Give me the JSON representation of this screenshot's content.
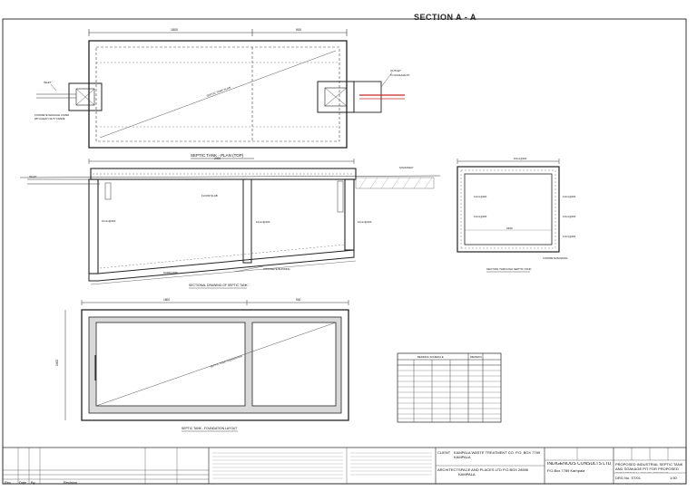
{
  "section_title": "SECTION A - A",
  "plan_top": {
    "caption": "SEPTIC TANK - PLAN (TOP)",
    "dims": [
      "1800",
      "900"
    ],
    "diag_label": "SEPTIC TANK PLAN",
    "inlet_label": "INLET",
    "outlet_label": "OUTLET"
  },
  "section_aa": {
    "caption": "SECTIONAL DRAWING OF SEPTIC TANK",
    "labels": [
      "INLET",
      "FLOOR SLAB",
      "SOAKAWAY",
      "16mm@200",
      "12mm@200",
      "12mm@200",
      "CONCRETE BLINDING",
      "HARDCORE"
    ],
    "dim_bottom": "2400"
  },
  "section_bb": {
    "caption": "SECTION THROUGH SEPTIC TANK",
    "dim": "2400",
    "labels": [
      "12mm@200",
      "12mm@200",
      "16mm@200",
      "12mm@200",
      "12mm@200",
      "12mm@200",
      "CONCRETE BLINDING"
    ]
  },
  "plan_found": {
    "caption": "SEPTIC TANK - FOUNDATION LAYOUT",
    "dims": [
      "2400",
      "1800",
      "900"
    ],
    "diag_label": "SEPTIC TANK FOUNDATION"
  },
  "schedule": {
    "title": "BENDING SCHEDULE",
    "extra_title": "REMARKS",
    "rows": 12
  },
  "title_block": {
    "client_label": "CLIENT",
    "client": "KAMPALA WASTE TREATMENT CO. P.O. BOX 7789 KAMPALA",
    "architect_label": "ARCHITECT",
    "architect": "SPACE AND PLACES LTD P.O.BOX 28506 KAMPALA",
    "engineer": "INDIGENOUS CONSULTS LTD",
    "engineer_addr": "P.O.Box 7789 Kampala",
    "project": "PROPOSED INDUSTRIAL SEPTIC TANK AND SOAKAGE PIT FOR PROPOSED COMMERCIAL DEVELOPMENT",
    "rev_headers": [
      "Rev",
      "Date",
      "By",
      "Revision"
    ],
    "drawing_no": "DRG No. ST/01",
    "scale": "1:50"
  }
}
